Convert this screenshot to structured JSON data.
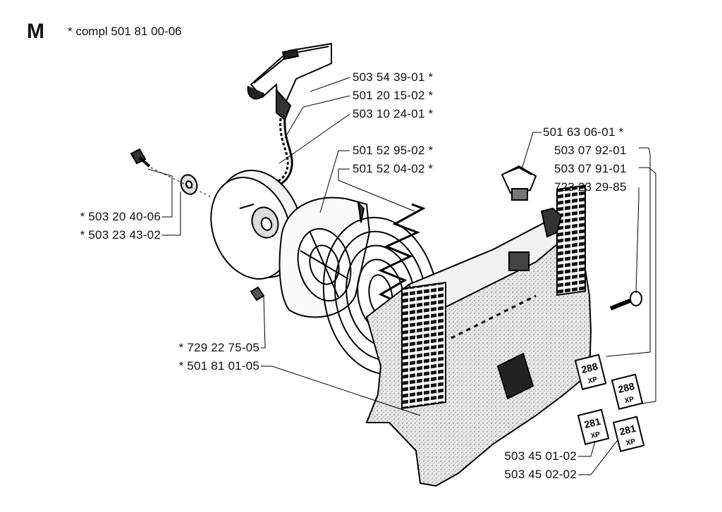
{
  "section": {
    "letter": "M",
    "title": "* compl 501 81 00-06"
  },
  "parts": [
    {
      "id": "p1",
      "label": "503 54 39-01 *"
    },
    {
      "id": "p2",
      "label": "501 20 15-02 *"
    },
    {
      "id": "p3",
      "label": "503 10 24-01 *"
    },
    {
      "id": "p4",
      "label": "501 52 95-02 *"
    },
    {
      "id": "p5",
      "label": "501 52 04-02 *"
    },
    {
      "id": "p6",
      "label": "* 503 20 40-06"
    },
    {
      "id": "p7",
      "label": "* 503 23 43-02"
    },
    {
      "id": "p8",
      "label": "* 729 22 75-05"
    },
    {
      "id": "p9",
      "label": "* 501 81 01-05"
    },
    {
      "id": "p10",
      "label": "501 63 06-01 *"
    },
    {
      "id": "p11",
      "label": "503 07 92-01"
    },
    {
      "id": "p12",
      "label": "503 07 91-01"
    },
    {
      "id": "p13",
      "label": "723 23 29-85"
    },
    {
      "id": "p14",
      "label": "503 45 01-02"
    },
    {
      "id": "p15",
      "label": "503 45 02-02"
    }
  ],
  "badges": [
    {
      "id": "b1",
      "number": "288",
      "suffix": "XP"
    },
    {
      "id": "b2",
      "number": "288",
      "suffix": "XP"
    },
    {
      "id": "b3",
      "number": "281",
      "suffix": "XP"
    },
    {
      "id": "b4",
      "number": "281",
      "suffix": "XP"
    }
  ]
}
